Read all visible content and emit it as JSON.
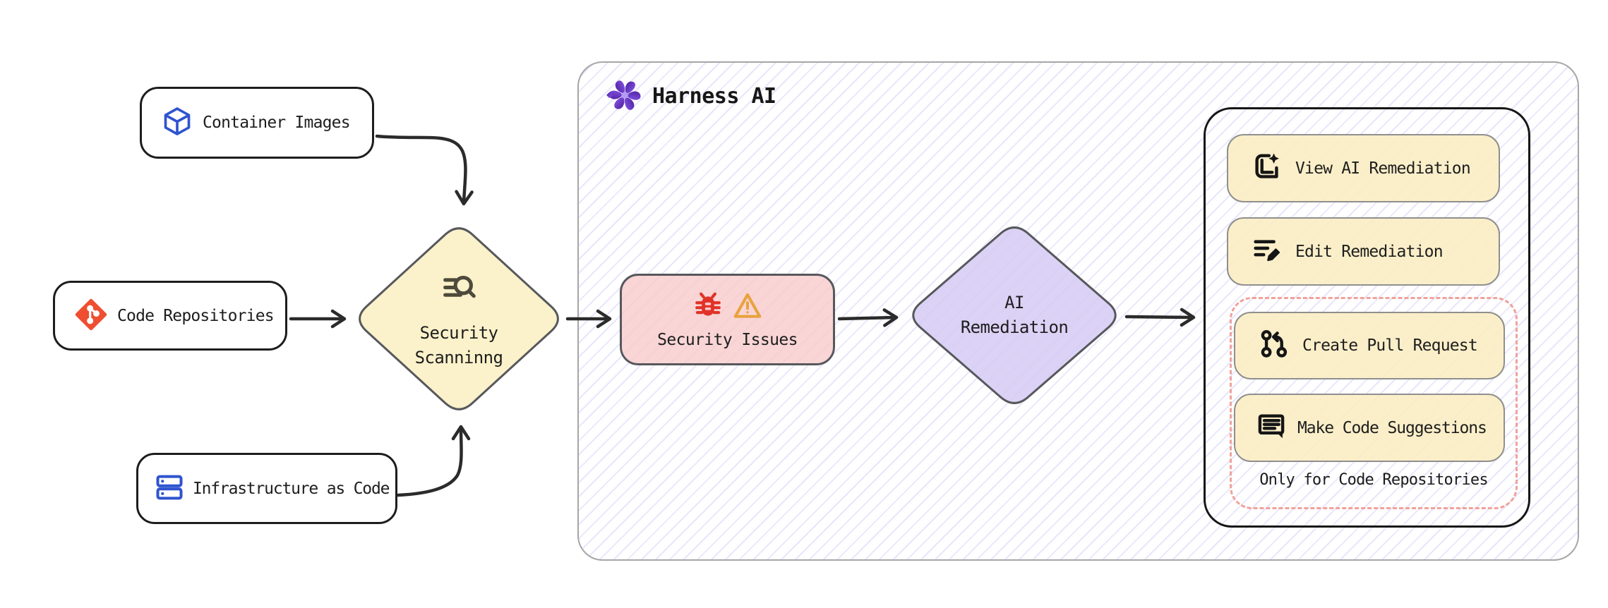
{
  "harness": {
    "title": "Harness AI",
    "icon": "harness-ai-flower-icon"
  },
  "nodes": {
    "sources": [
      {
        "label": "Container Images",
        "icon": "container-cube-icon"
      },
      {
        "label": "Code Repositories",
        "icon": "git-icon"
      },
      {
        "label": "Infrastructure as Code",
        "icon": "server-stack-icon"
      }
    ],
    "scanning": {
      "line1": "Security",
      "line2": "Scanninng",
      "icon": "scan-search-icon"
    },
    "issues": {
      "label": "Security Issues",
      "icons": [
        "bug-icon",
        "warning-icon"
      ]
    },
    "remediation": {
      "line1": "AI",
      "line2": "Remediation"
    }
  },
  "actions": {
    "view": {
      "label": "View AI Remediation",
      "icon": "view-ai-icon"
    },
    "edit": {
      "label": "Edit Remediation",
      "icon": "edit-list-icon"
    },
    "pr": {
      "label": "Create Pull Request",
      "icon": "pull-request-icon"
    },
    "suggest": {
      "label": "Make Code Suggestions",
      "icon": "code-suggestion-icon"
    },
    "note": "Only for Code Repositories"
  },
  "colors": {
    "node_yellow": "#fbf1ca",
    "node_pink": "#f7cbcb",
    "node_purple": "#d8ccf3",
    "stripe_lavender": "#dfdcf7",
    "harness_purple": "#6d28d9",
    "git_orange": "#ef4e31",
    "icon_blue": "#2f54cf",
    "bug_red": "#e23227",
    "warning_orange": "#e8a23c",
    "dashed_red": "#f0a29b",
    "arrow_dark": "#2b2b2b"
  }
}
